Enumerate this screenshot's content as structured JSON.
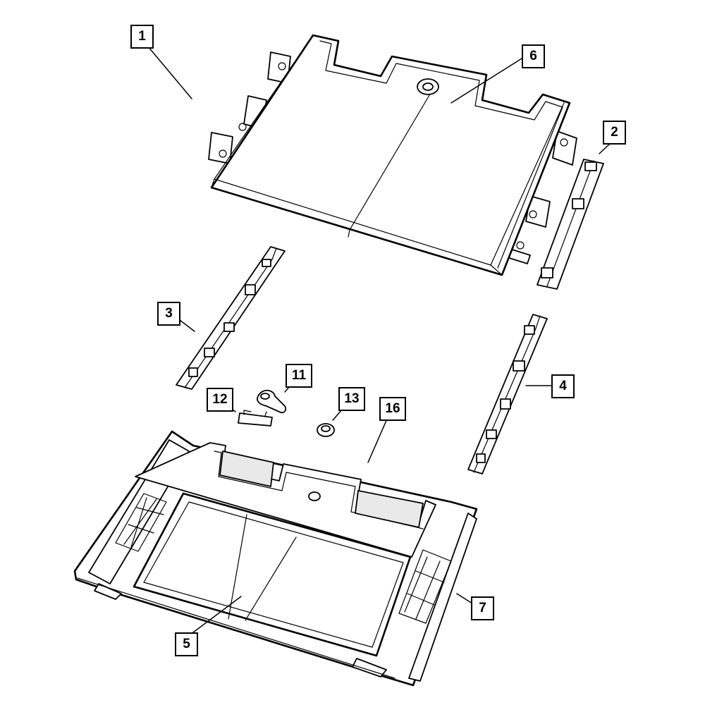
{
  "diagram": {
    "callouts": [
      {
        "id": "1",
        "label": "1"
      },
      {
        "id": "2",
        "label": "2"
      },
      {
        "id": "3",
        "label": "3"
      },
      {
        "id": "4",
        "label": "4"
      },
      {
        "id": "5",
        "label": "5"
      },
      {
        "id": "6",
        "label": "6"
      },
      {
        "id": "7",
        "label": "7"
      },
      {
        "id": "11",
        "label": "11"
      },
      {
        "id": "12",
        "label": "12"
      },
      {
        "id": "13",
        "label": "13"
      },
      {
        "id": "16",
        "label": "16"
      }
    ]
  },
  "colors": {
    "line": "#000000",
    "background": "#ffffff"
  }
}
